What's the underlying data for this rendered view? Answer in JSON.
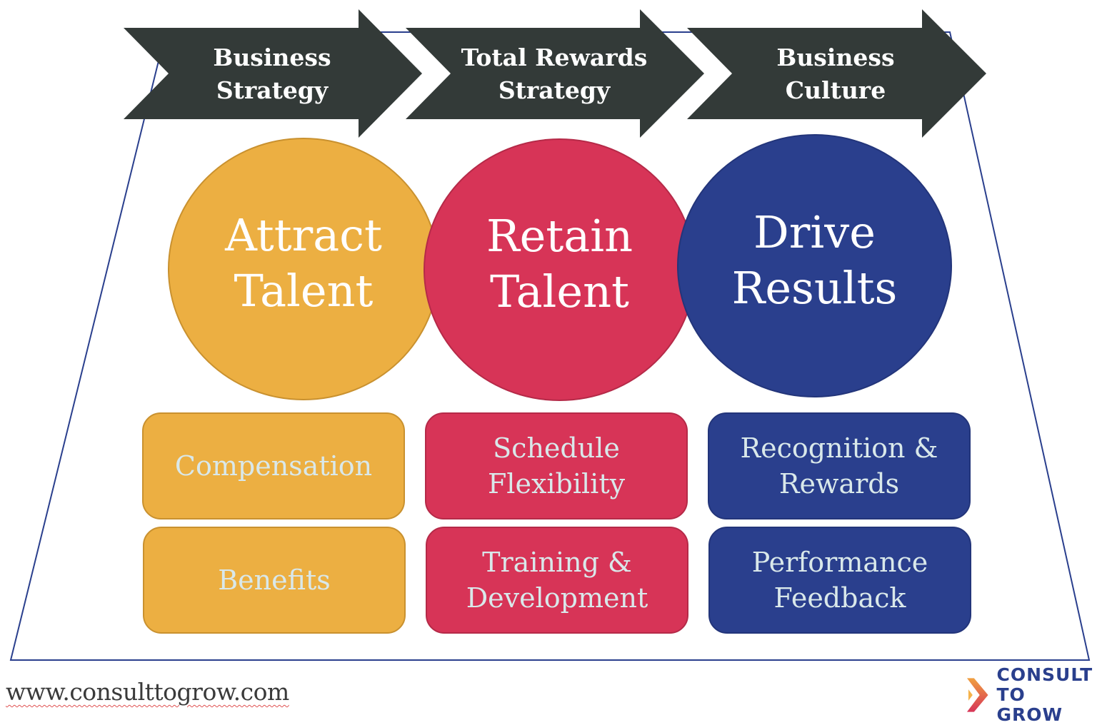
{
  "arrows": [
    {
      "line1": "Business",
      "line2": "Strategy"
    },
    {
      "line1": "Total Rewards",
      "line2": "Strategy"
    },
    {
      "line1": "Business",
      "line2": "Culture"
    }
  ],
  "pillars": [
    {
      "title_line1": "Attract",
      "title_line2": "Talent",
      "color": "#ecaf42",
      "items": [
        {
          "line1": "Compensation",
          "line2": ""
        },
        {
          "line1": "Benefits",
          "line2": ""
        }
      ]
    },
    {
      "title_line1": "Retain",
      "title_line2": "Talent",
      "color": "#d73457",
      "items": [
        {
          "line1": "Schedule",
          "line2": "Flexibility"
        },
        {
          "line1": "Training &",
          "line2": "Development"
        }
      ]
    },
    {
      "title_line1": "Drive",
      "title_line2": "Results",
      "color": "#2a3f8d",
      "items": [
        {
          "line1": "Recognition &",
          "line2": "Rewards"
        },
        {
          "line1": "Performance",
          "line2": "Feedback"
        }
      ]
    }
  ],
  "colors": {
    "arrow": "#333a38",
    "frame": "#2a3f8d",
    "logo_text": "#2a3f8d"
  },
  "footer": {
    "url": "www.consulttogrow.com",
    "logo_line1": "CONSULT",
    "logo_line2": "TO GROW"
  }
}
